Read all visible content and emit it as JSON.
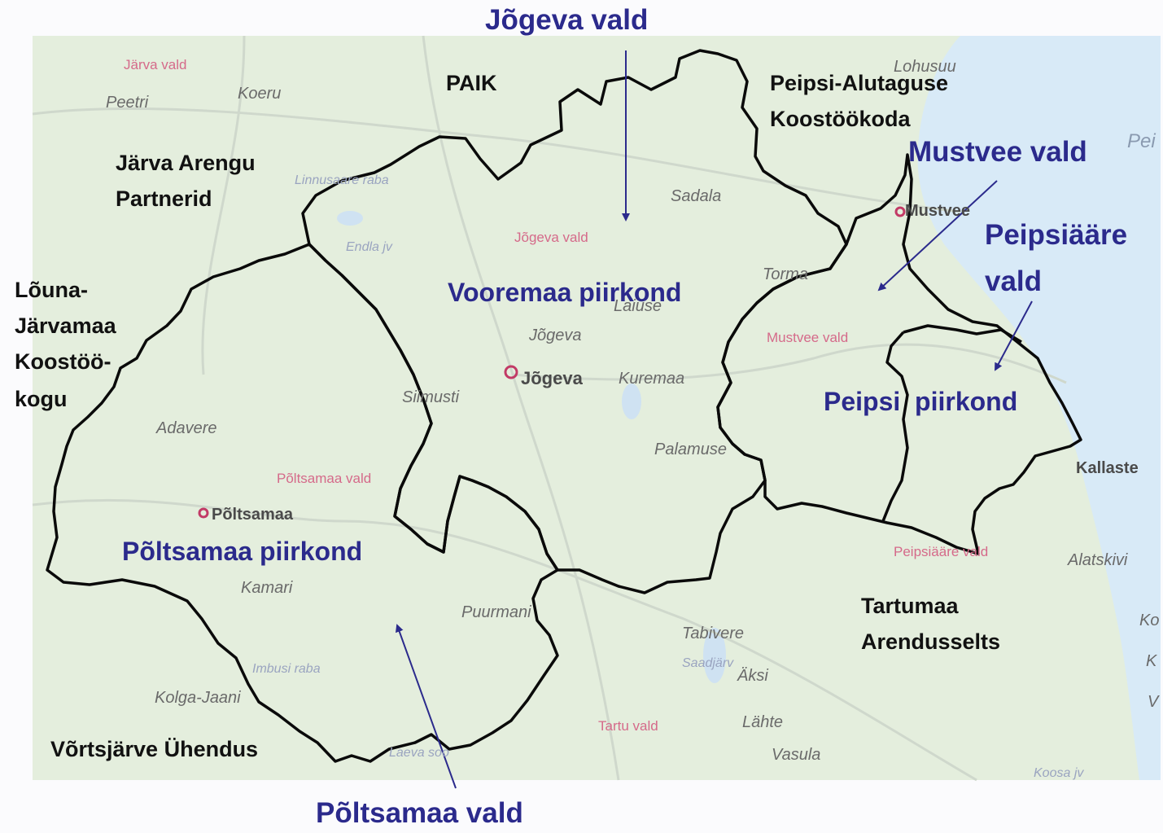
{
  "colors": {
    "map_land": "#e4eedd",
    "lake_water": "#d8eaf7",
    "border": "#0a0a0a",
    "label_blue": "#2b2a8c",
    "muni_pink": "#d56a8a"
  },
  "headings": {
    "top": "Jõgeva vald",
    "bottom": "Põltsamaa vald",
    "mustvee": "Mustvee vald",
    "peipsiaare_1": "Peipsiääre",
    "peipsiaare_2": "vald"
  },
  "regions": {
    "vooremaa": "Vooremaa piirkond",
    "poltsamaa": "Põltsamaa piirkond",
    "peipsi": "Peipsi  piirkond"
  },
  "leader_groups": {
    "paik": "PAIK",
    "peipsi_alutaguse_1": "Peipsi-Alutaguse",
    "peipsi_alutaguse_2": "Koostöökoda",
    "jarva_arengu_1": "Järva Arengu",
    "jarva_arengu_2": "Partnerid",
    "louna_1": "Lõuna-",
    "louna_2": "Järvamaa",
    "louna_3": "Koostöö-",
    "louna_4": "kogu",
    "tartumaa_1": "Tartumaa",
    "tartumaa_2": "Arendusselts",
    "vortsjarve": "Võrtsjärve Ühendus"
  },
  "map_places": {
    "jarva_vald": "Järva vald",
    "peetri": "Peetri",
    "koeru": "Koeru",
    "lohusuu": "Lohusuu",
    "peip": "Pei",
    "linnusaare_raba": "Linnusaare raba",
    "sadala": "Sadala",
    "mustvee": "Mustvee",
    "jogeva_vald_map": "Jõgeva vald",
    "endla_jv": "Endla jv",
    "torma": "Torma",
    "laiuse": "Laiuse",
    "jogeva_small": "Jõgeva",
    "mustvee_vald_map": "Mustvee vald",
    "jogeva_town": "Jõgeva",
    "kuremaa": "Kuremaa",
    "siimusti": "Siimusti",
    "adavere": "Adavere",
    "palamuse": "Palamuse",
    "kallaste": "Kallaste",
    "poltsamaa_vald_map": "Põltsamaa vald",
    "poltsamaa_town": "Põltsamaa",
    "peipsiaare_vald_map": "Peipsiääre vald",
    "alatskivi": "Alatskivi",
    "kamari": "Kamari",
    "puurmani": "Puurmani",
    "tabivere": "Tabivere",
    "ko": "Ko",
    "saadjarv": "Saadjärv",
    "aksi": "Äksi",
    "k": "K",
    "imbusi_raba": "Imbusi raba",
    "kolga_jaani": "Kolga-Jaani",
    "v": "V",
    "lahte": "Lähte",
    "tartu_vald": "Tartu vald",
    "laeva_soo": "Laeva soo",
    "vasula": "Vasula",
    "koosa_jv": "Koosa jv"
  }
}
